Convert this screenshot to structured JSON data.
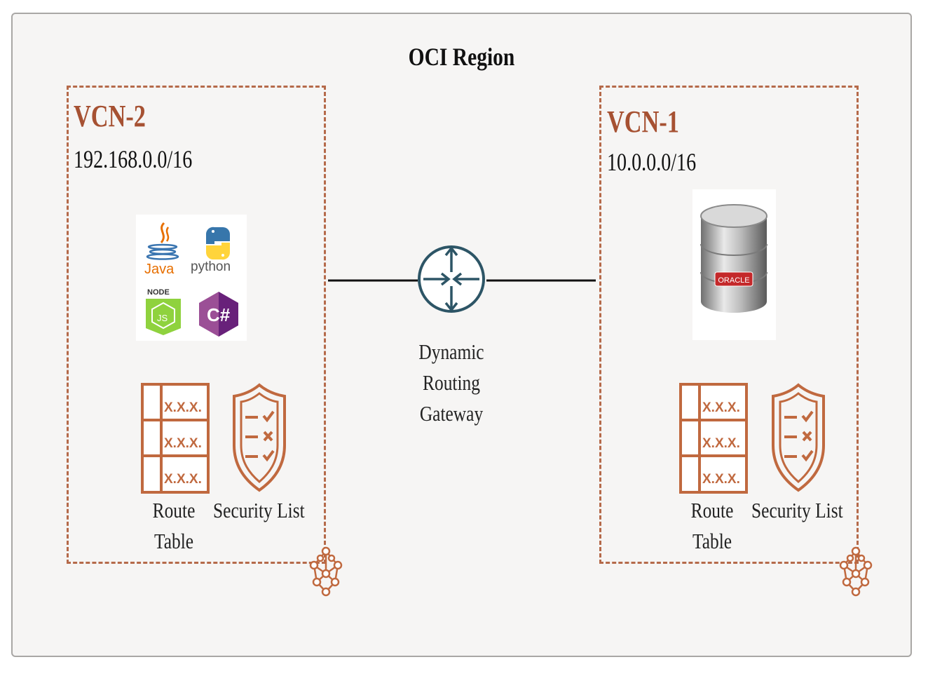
{
  "region": {
    "title": "OCI Region"
  },
  "vcn2": {
    "name": "VCN-2",
    "cidr": "192.168.0.0/16",
    "languages": [
      "Java",
      "python",
      "NODE",
      "JS",
      "C#"
    ],
    "route_table": {
      "entry": "X.X.X.",
      "label_line1": "Route",
      "label_line2": "Table"
    },
    "security_list": {
      "label": "Security List"
    }
  },
  "vcn1": {
    "name": "VCN-1",
    "cidr": "10.0.0.0/16",
    "database": {
      "brand": "ORACLE"
    },
    "route_table": {
      "entry": "X.X.X.",
      "label_line1": "Route",
      "label_line2": "Table"
    },
    "security_list": {
      "label": "Security List"
    }
  },
  "gateway": {
    "line1": "Dynamic",
    "line2": "Routing",
    "line3": "Gateway"
  },
  "colors": {
    "accent": "#b56a4a",
    "vcn_title": "#a65132",
    "router": "#2d5566",
    "java": "#e76f00",
    "python_blue": "#3776ab",
    "python_yellow": "#ffd43b",
    "node": "#83cd29",
    "csharp": "#68217a"
  }
}
